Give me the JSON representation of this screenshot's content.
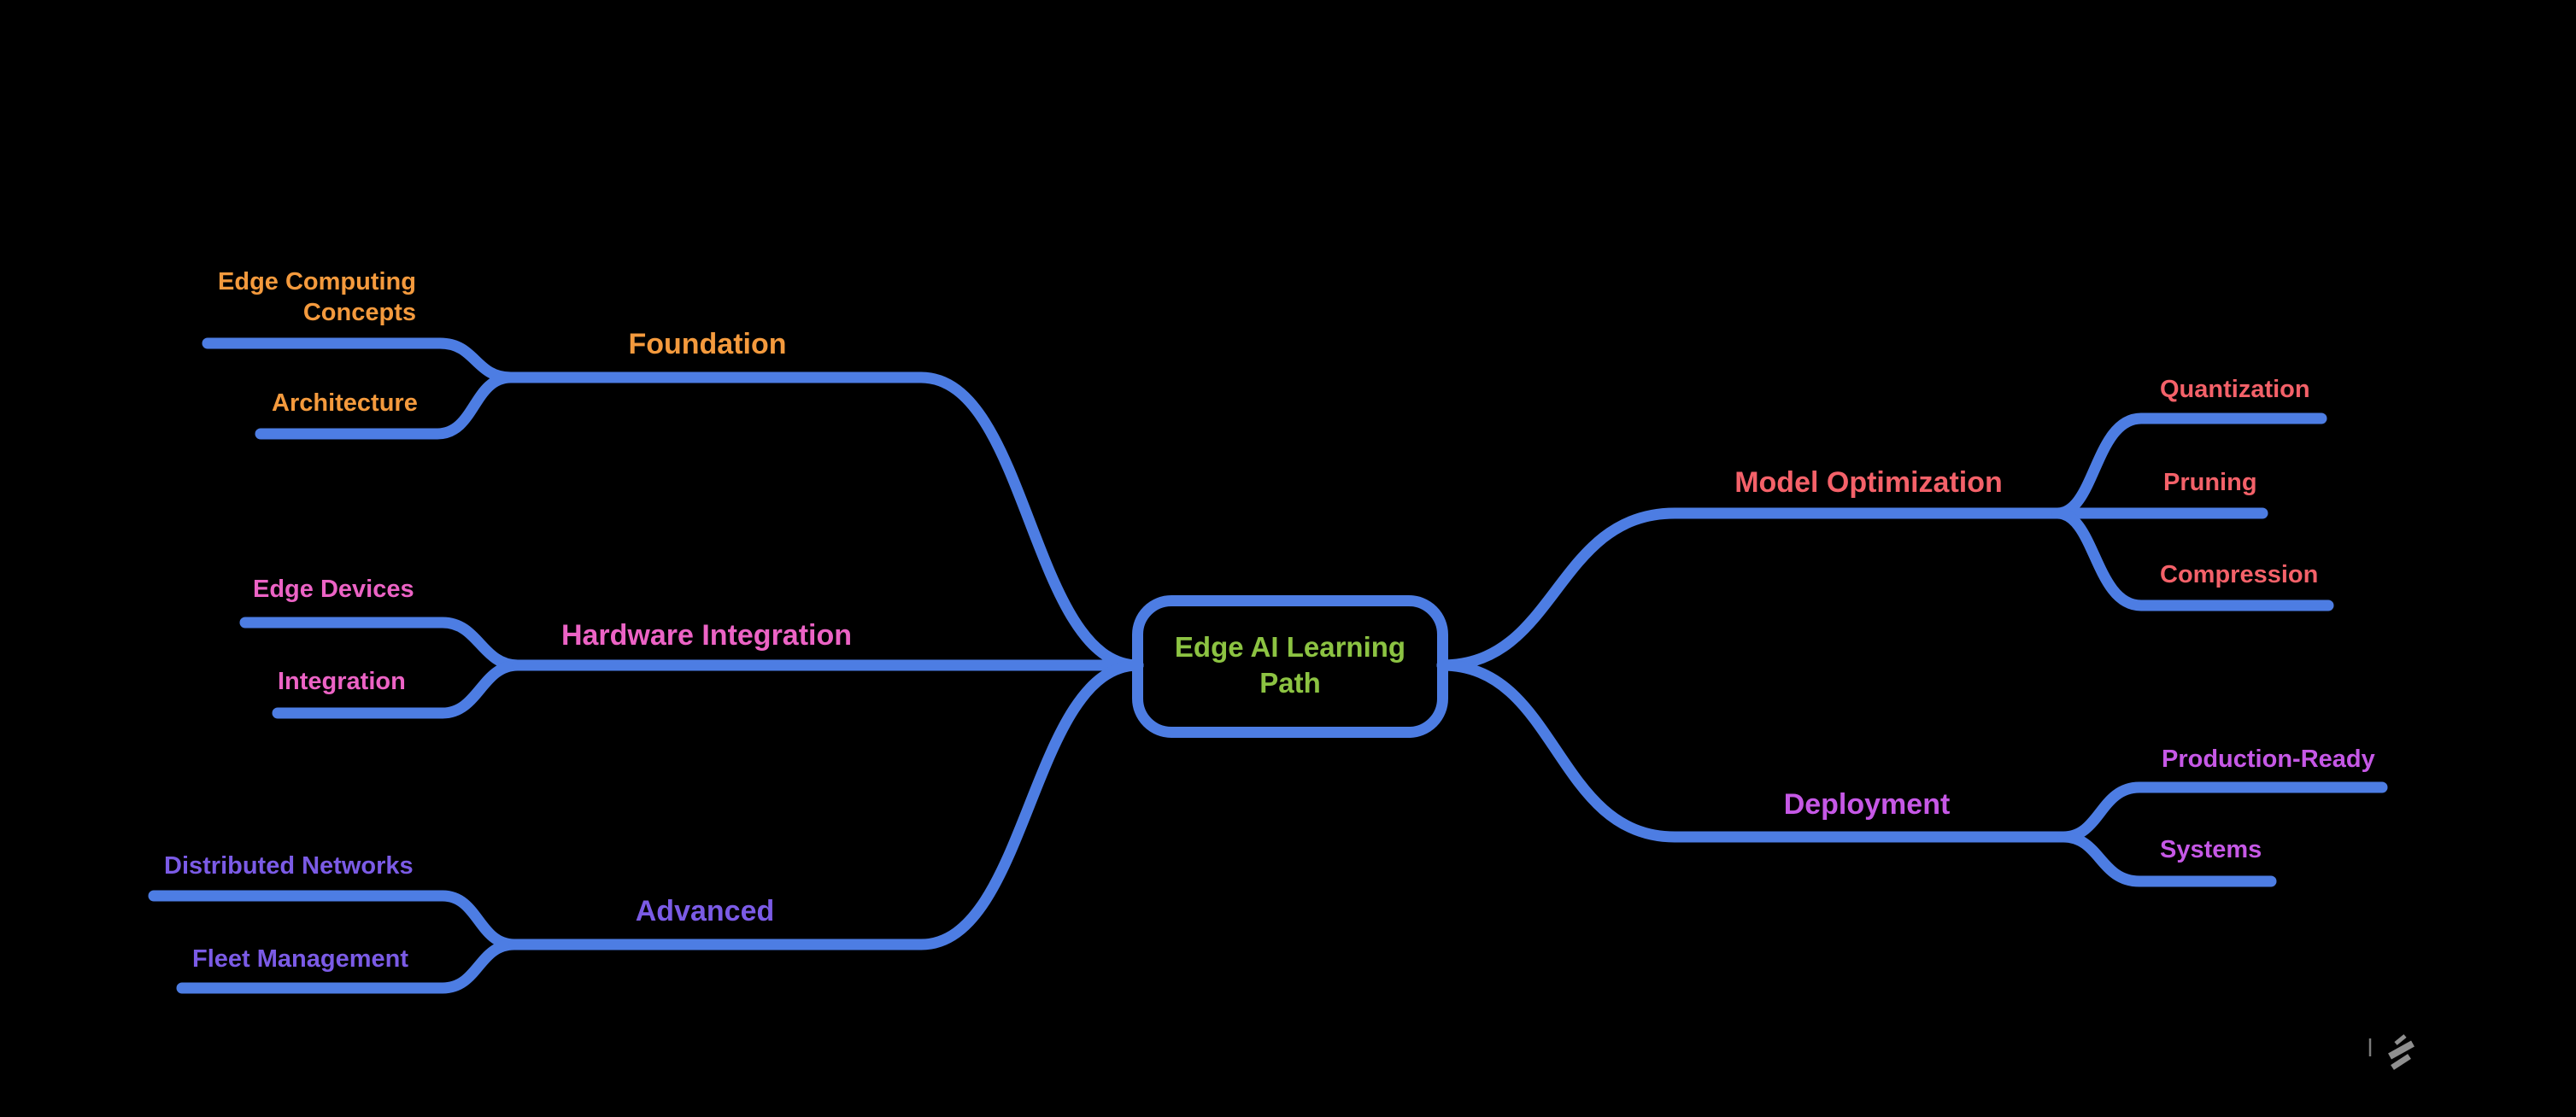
{
  "mindmap": {
    "root": {
      "label": "Edge AI Learning Path",
      "color": "#8cc342"
    },
    "line_color": "#4d7de3",
    "branches": [
      {
        "label": "Foundation",
        "color": "#f49a3d",
        "children": [
          {
            "label": "Edge Computing Concepts"
          },
          {
            "label": "Architecture"
          }
        ]
      },
      {
        "label": "Hardware Integration",
        "color": "#ec63c5",
        "children": [
          {
            "label": "Edge Devices"
          },
          {
            "label": "Integration"
          }
        ]
      },
      {
        "label": "Advanced",
        "color": "#7b5be6",
        "children": [
          {
            "label": "Distributed Networks"
          },
          {
            "label": "Fleet Management"
          }
        ]
      },
      {
        "label": "Model Optimization",
        "color": "#f46169",
        "children": [
          {
            "label": "Quantization"
          },
          {
            "label": "Pruning"
          },
          {
            "label": "Compression"
          }
        ]
      },
      {
        "label": "Deployment",
        "color": "#c658e6",
        "children": [
          {
            "label": "Production-Ready"
          },
          {
            "label": "Systems"
          }
        ]
      }
    ]
  },
  "watermark": {
    "icon": "pen-scribble-icon",
    "color": "#a9a9a9"
  }
}
